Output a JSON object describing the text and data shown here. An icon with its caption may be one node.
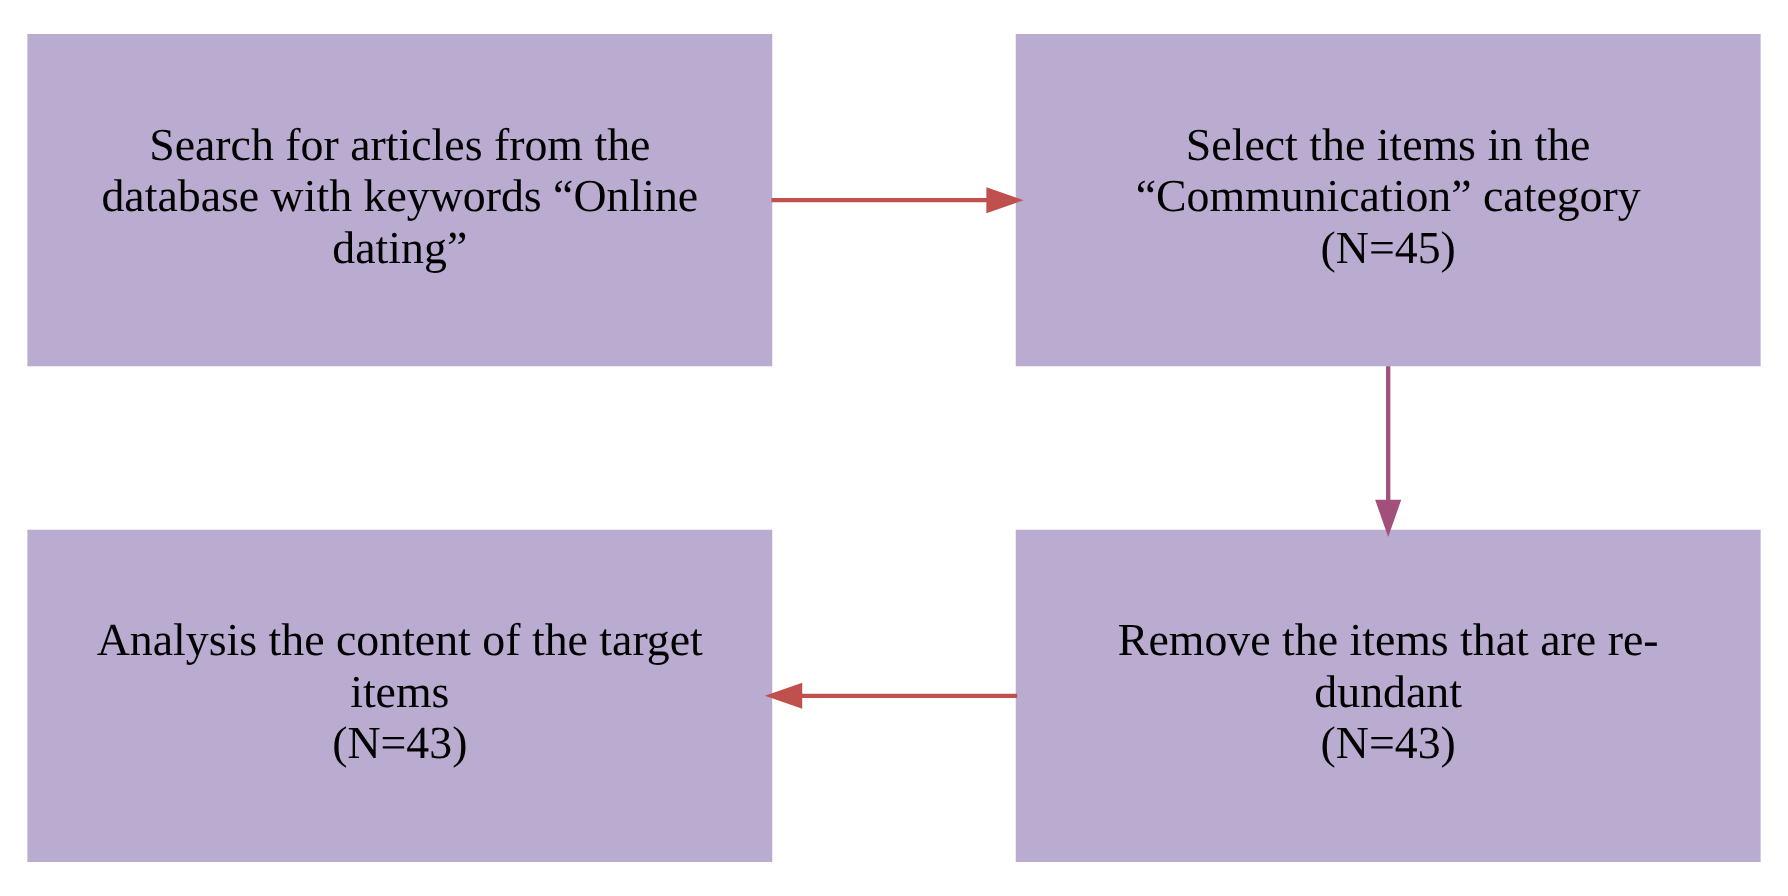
{
  "diagram": {
    "nodes": [
      {
        "text": [
          "Search for articles from the database with keywords “Online dating”"
        ]
      },
      {
        "text": [
          "Select the items in the “Communication” category",
          "(N=45)"
        ]
      },
      {
        "text": [
          "Remove the items that are re- dundant",
          "(N=43)"
        ]
      },
      {
        "text": [
          "Analysis the content of the target items",
          "(N=43)"
        ]
      }
    ],
    "edges": [
      {
        "from": 0,
        "to": 1,
        "arrow": "to"
      },
      {
        "from": 1,
        "to": 2,
        "arrow": "to",
        "color": "#a0507a"
      },
      {
        "from": 2,
        "to": 3,
        "arrow": "to"
      }
    ]
  }
}
